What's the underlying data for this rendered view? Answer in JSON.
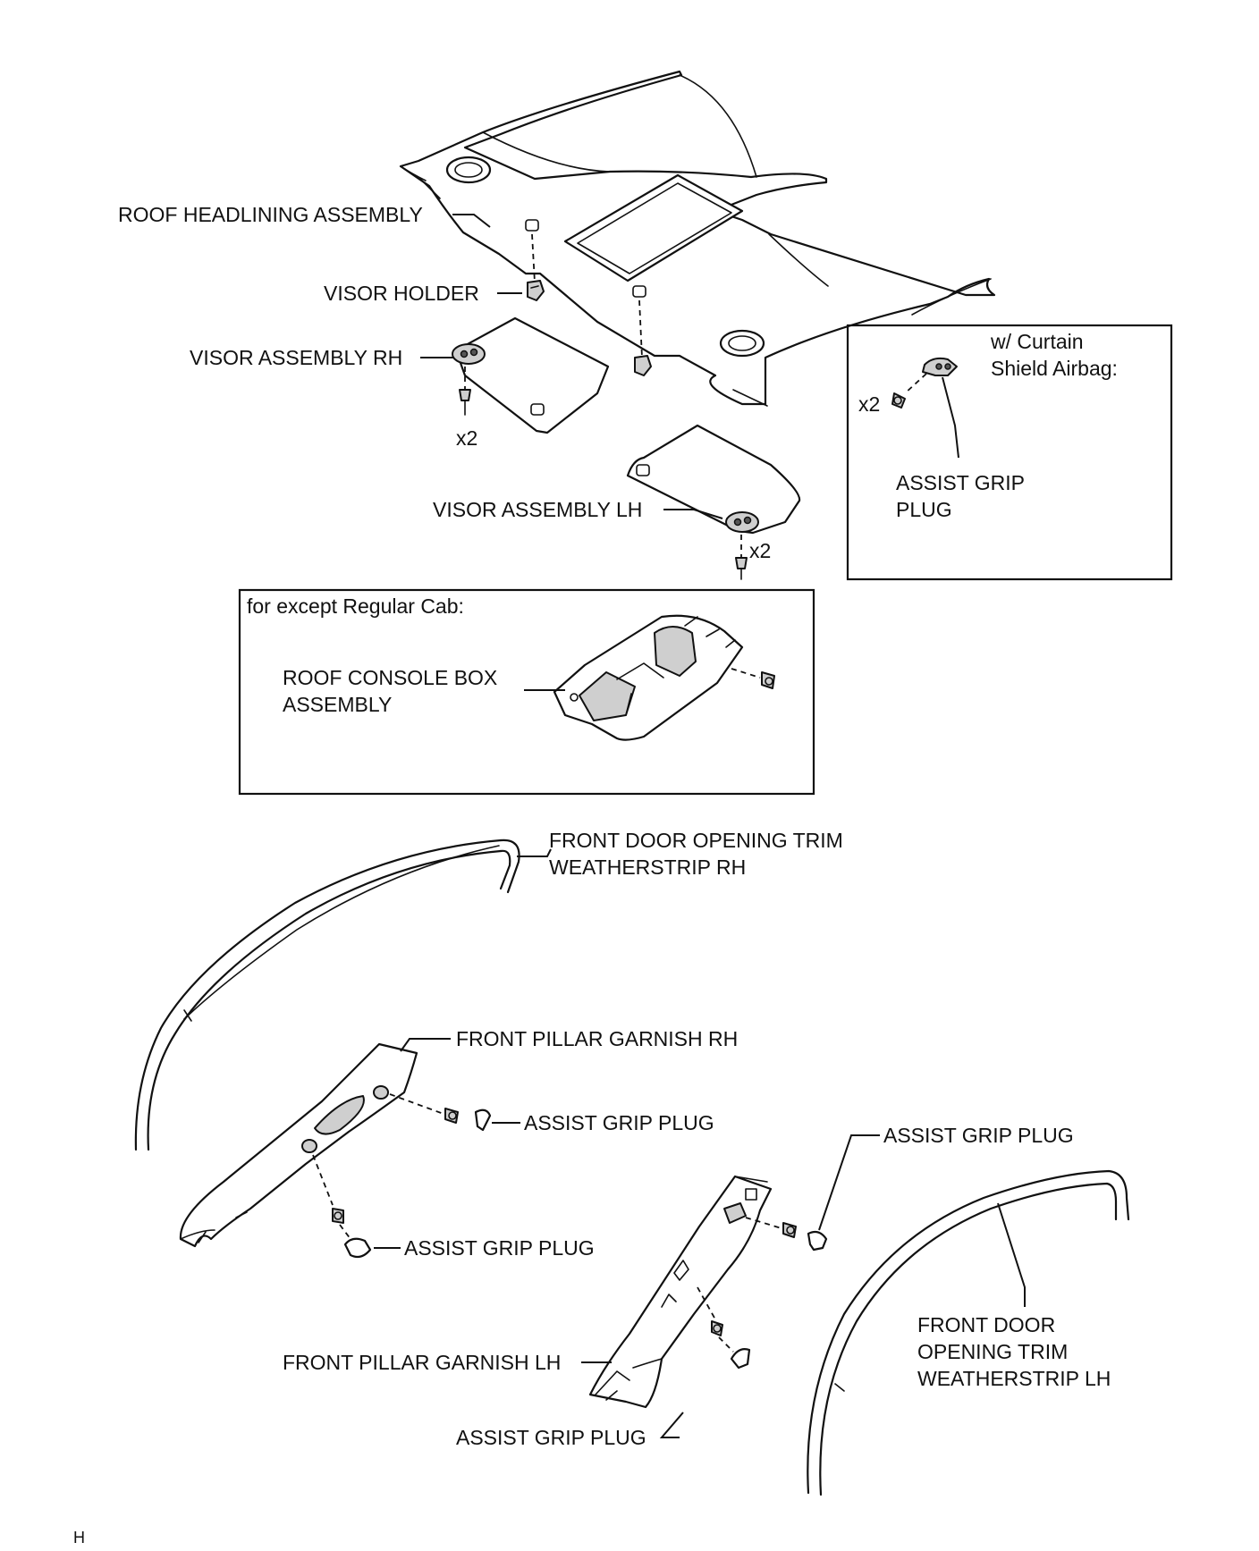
{
  "labels": {
    "roof_headlining": "ROOF HEADLINING ASSEMBLY",
    "visor_holder": "VISOR HOLDER",
    "visor_rh": "VISOR ASSEMBLY RH",
    "visor_rh_qty": "x2",
    "visor_lh": "VISOR ASSEMBLY LH",
    "visor_lh_qty": "x2",
    "airbag_box_line1": "w/ Curtain",
    "airbag_box_line2": "Shield Airbag:",
    "airbag_qty": "x2",
    "airbag_grip_line1": "ASSIST GRIP",
    "airbag_grip_line2": "PLUG",
    "console_box_title": "for except Regular Cab:",
    "console_line1": "ROOF CONSOLE BOX",
    "console_line2": "ASSEMBLY",
    "front_door_rh_line1": "FRONT DOOR OPENING TRIM",
    "front_door_rh_line2": "WEATHERSTRIP RH",
    "pillar_rh": "FRONT PILLAR GARNISH RH",
    "assist_grip_plug_1": "ASSIST GRIP PLUG",
    "assist_grip_plug_2": "ASSIST GRIP PLUG",
    "assist_grip_plug_3": "ASSIST GRIP PLUG",
    "pillar_lh": "FRONT PILLAR GARNISH LH",
    "assist_grip_plug_4": "ASSIST GRIP PLUG",
    "front_door_lh_line1": "FRONT DOOR",
    "front_door_lh_line2": "OPENING TRIM",
    "front_door_lh_line3": "WEATHERSTRIP LH",
    "corner_mark": "H"
  }
}
